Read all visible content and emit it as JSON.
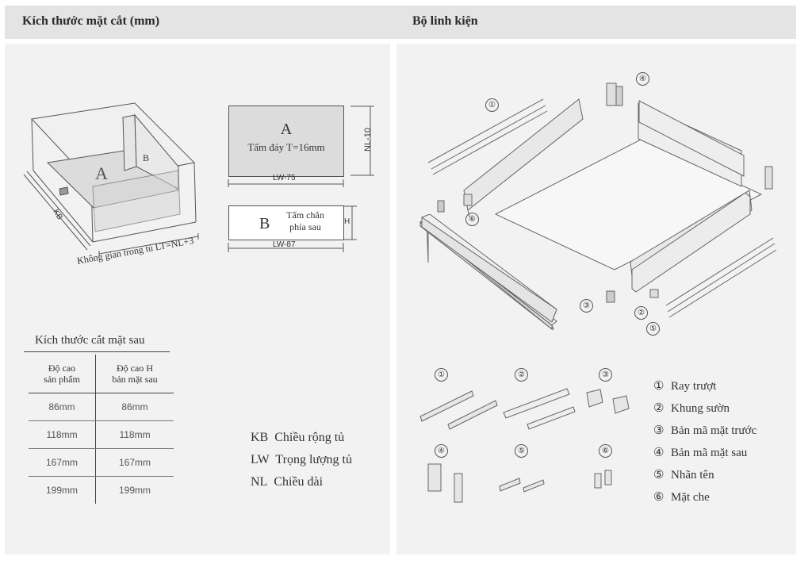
{
  "headers": {
    "left_title": "Kích thước mặt cắt (mm)",
    "right_title": "Bộ linh kiện"
  },
  "section_diagram": {
    "label_A": "A",
    "label_B": "B",
    "label_KB": "KB",
    "bottom_caption": "Không gian trong tủ LT=NL+3",
    "panel_A": {
      "letter": "A",
      "text": "Tấm đáy T=16mm",
      "width_dim": "LW-75",
      "height_dim": "NL-10"
    },
    "panel_B": {
      "letter": "B",
      "text_line1": "Tấm chắn",
      "text_line2": "phía sau",
      "width_dim": "LW-87",
      "height_dim": "H"
    }
  },
  "cut_table": {
    "title": "Kích thước cắt mặt sau",
    "col1_line1": "Độ cao",
    "col1_line2": "sản phẩm",
    "col2_line1": "Độ cao H",
    "col2_line2": "bản mặt sau",
    "rows": [
      [
        "86mm",
        "86mm"
      ],
      [
        "118mm",
        "118mm"
      ],
      [
        "167mm",
        "167mm"
      ],
      [
        "199mm",
        "199mm"
      ]
    ]
  },
  "abbreviations": [
    {
      "code": "KB",
      "text": "Chiều rộng tủ"
    },
    {
      "code": "LW",
      "text": "Trọng lượng tủ"
    },
    {
      "code": "NL",
      "text": "Chiều dài"
    }
  ],
  "components": {
    "numbers": [
      "①",
      "②",
      "③",
      "④",
      "⑤",
      "⑥"
    ],
    "legend": [
      {
        "num": "①",
        "text": "Ray trượt"
      },
      {
        "num": "②",
        "text": "Khung sườn"
      },
      {
        "num": "③",
        "text": "Bản mã mặt trước"
      },
      {
        "num": "④",
        "text": "Bản mã mặt sau"
      },
      {
        "num": "⑤",
        "text": "Nhãn tên"
      },
      {
        "num": "⑥",
        "text": "Mặt che"
      }
    ]
  },
  "colors": {
    "header_bg": "#e4e4e4",
    "panel_bg": "#f2f2f2",
    "box_fill": "#dcdcdc",
    "line": "#555555"
  }
}
